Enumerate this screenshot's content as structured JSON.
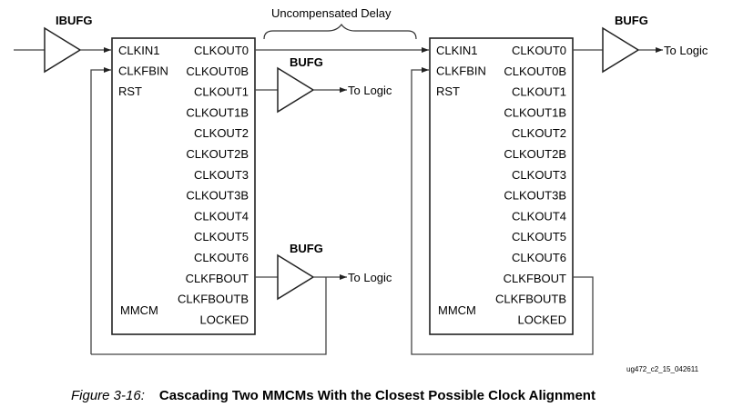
{
  "diagram": {
    "ibufg_label": "IBUFG",
    "bufg_label": "BUFG",
    "to_logic": "To Logic",
    "uncompensated_delay": "Uncompensated Delay",
    "doc_id": "ug472_c2_15_042611",
    "mmcm": {
      "name": "MMCM",
      "inputs": [
        "CLKIN1",
        "CLKFBIN",
        "RST"
      ],
      "outputs": [
        "CLKOUT0",
        "CLKOUT0B",
        "CLKOUT1",
        "CLKOUT1B",
        "CLKOUT2",
        "CLKOUT2B",
        "CLKOUT3",
        "CLKOUT3B",
        "CLKOUT4",
        "CLKOUT5",
        "CLKOUT6",
        "CLKFBOUT",
        "CLKFBOUTB",
        "LOCKED"
      ]
    }
  },
  "caption": {
    "figure": "Figure 3-16:",
    "title": "Cascading Two MMCMs With the Closest Possible Clock Alignment"
  }
}
